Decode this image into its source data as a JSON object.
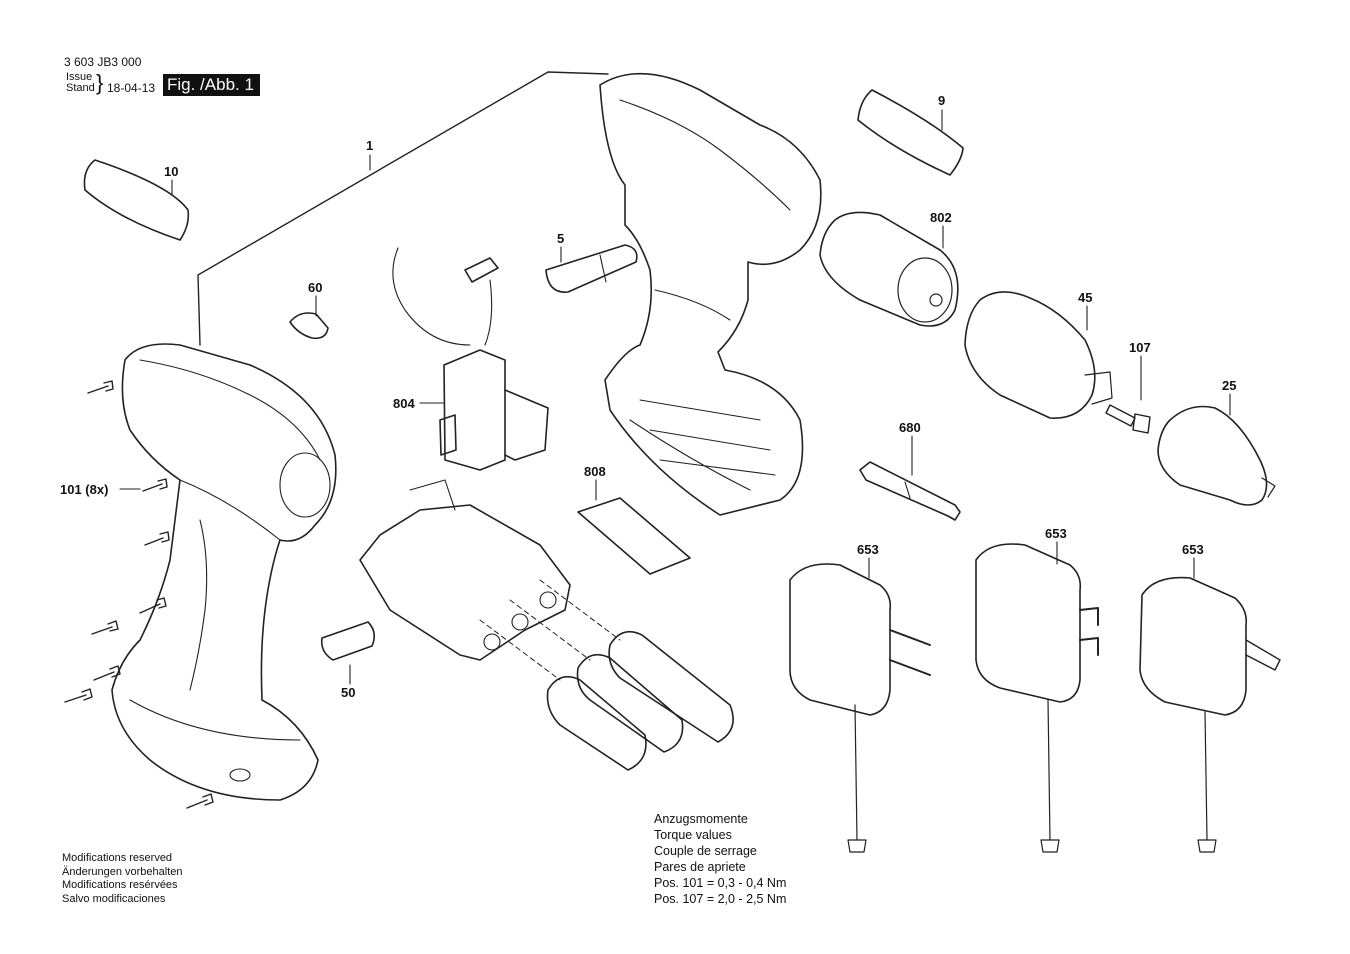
{
  "header": {
    "doc_number": "3 603 JB3 000",
    "issue_label": "Issue",
    "stand_label": "Stand",
    "date": "18-04-13",
    "figure_label": "Fig. /Abb. 1"
  },
  "callouts": {
    "c1": "1",
    "c5": "5",
    "c9": "9",
    "c10": "10",
    "c25": "25",
    "c45": "45",
    "c50": "50",
    "c60": "60",
    "c101": "101 (8x)",
    "c107": "107",
    "c653a": "653",
    "c653b": "653",
    "c653c": "653",
    "c680": "680",
    "c802": "802",
    "c804": "804",
    "c808": "808"
  },
  "torque": {
    "lines": [
      "Anzugsmomente",
      "Torque values",
      "Couple de serrage",
      "Pares de apriete"
    ],
    "pos101": "Pos. 101  =  0,3 - 0,4 Nm",
    "pos107": "Pos. 107  =  2,0 - 2,5 Nm"
  },
  "notes": [
    "Modifications reserved",
    "Änderungen vorbehalten",
    "Modifications resérvées",
    "Salvo modificaciones"
  ]
}
